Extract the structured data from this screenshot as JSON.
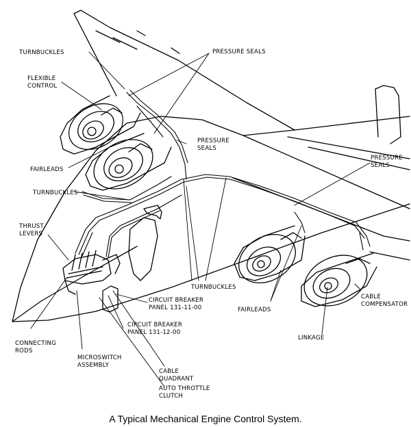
{
  "caption": "A Typical Mechanical Engine Control System.",
  "labels": {
    "turnbuckles_top": "TURNBUCKLES",
    "flexible_control": [
      "FLEXIBLE",
      "CONTROL"
    ],
    "pressure_seals_top": "PRESSURE SEALS",
    "pressure_seals_mid": [
      "PRESSURE",
      "SEALS"
    ],
    "pressure_seals_right": [
      "PRESSURE",
      "SEALS"
    ],
    "fairleads_left": "FAIRLEADS",
    "turnbuckles_left": "TURNBUCKLES",
    "thrust_levers": [
      "THRUST",
      "LEVERS"
    ],
    "turnbuckles_bottom": "TURNBUCKLES",
    "circuit_breaker_1": [
      "CIRCUIT BREAKER",
      "PANEL  131-11-00"
    ],
    "circuit_breaker_2": [
      "CIRCUIT  BREAKER",
      "PANEL  131-12-00"
    ],
    "fairleads_bottom": "FAIRLEADS",
    "cable_compensator": [
      "CABLE",
      "COMPENSATOR"
    ],
    "linkage": "LINKAGE",
    "connecting_rods": [
      "CONNECTING",
      "RODS"
    ],
    "microswitch_assembly": [
      "MICROSWITCH",
      "ASSEMBLY"
    ],
    "cable_quadrant": [
      "CABLE",
      "QUADRANT"
    ],
    "auto_throttle_clutch": [
      "AUTO THROTTLE",
      "CLUTCH"
    ]
  }
}
